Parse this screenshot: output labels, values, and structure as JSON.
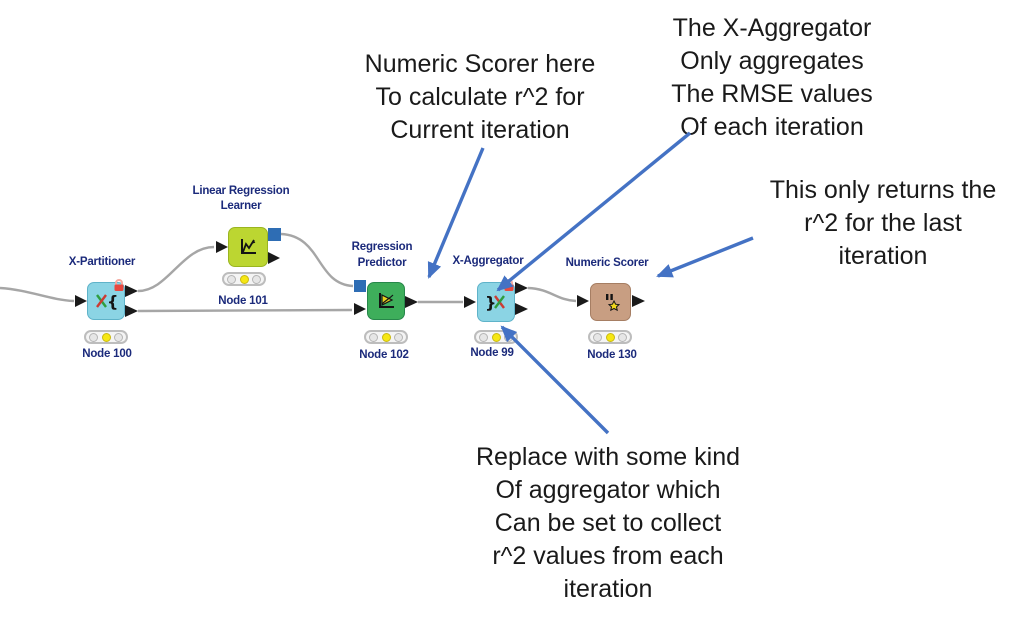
{
  "annotations": {
    "numeric_scorer_note": {
      "lines": [
        "Numeric Scorer here",
        "To calculate r^2 for",
        "Current iteration"
      ]
    },
    "aggregator_note": {
      "lines": [
        "The X-Aggregator",
        "Only aggregates",
        "The RMSE values",
        "Of each iteration"
      ]
    },
    "last_iteration_note": {
      "lines": [
        "This only returns the",
        "r^2 for the last",
        "iteration"
      ]
    },
    "replace_note": {
      "lines": [
        "Replace with some kind",
        "Of aggregator which",
        "Can be set to collect",
        "r^2 values from each",
        "iteration"
      ]
    }
  },
  "workflow": {
    "nodes": [
      {
        "title_lines": [
          "X-Partitioner"
        ],
        "label": "Node 100",
        "color": "#8BD4E4",
        "traffic_light": "yellow",
        "locked": true
      },
      {
        "title_lines": [
          "Linear Regression",
          "Learner"
        ],
        "label": "Node 101",
        "color": "#BCD631",
        "traffic_light": "yellow",
        "locked": false
      },
      {
        "title_lines": [
          "Regression",
          "Predictor"
        ],
        "label": "Node 102",
        "color": "#3EAE5B",
        "traffic_light": "yellow",
        "locked": false
      },
      {
        "title_lines": [
          "X-Aggregator"
        ],
        "label": "Node 99",
        "color": "#8BD4E4",
        "traffic_light": "yellow",
        "locked": true
      },
      {
        "title_lines": [
          "Numeric Scorer"
        ],
        "label": "Node 130",
        "color": "#C89E82",
        "traffic_light": "yellow",
        "locked": false
      }
    ]
  },
  "colors": {
    "annotation_arrow": "#4472C4",
    "node_title_text": "#1B2A7B",
    "connection_wire": "#A6A6A6",
    "traffic_light_active": "#F6E713",
    "model_port_blue": "#2E6DB4",
    "lock_red": "#E8483F"
  }
}
